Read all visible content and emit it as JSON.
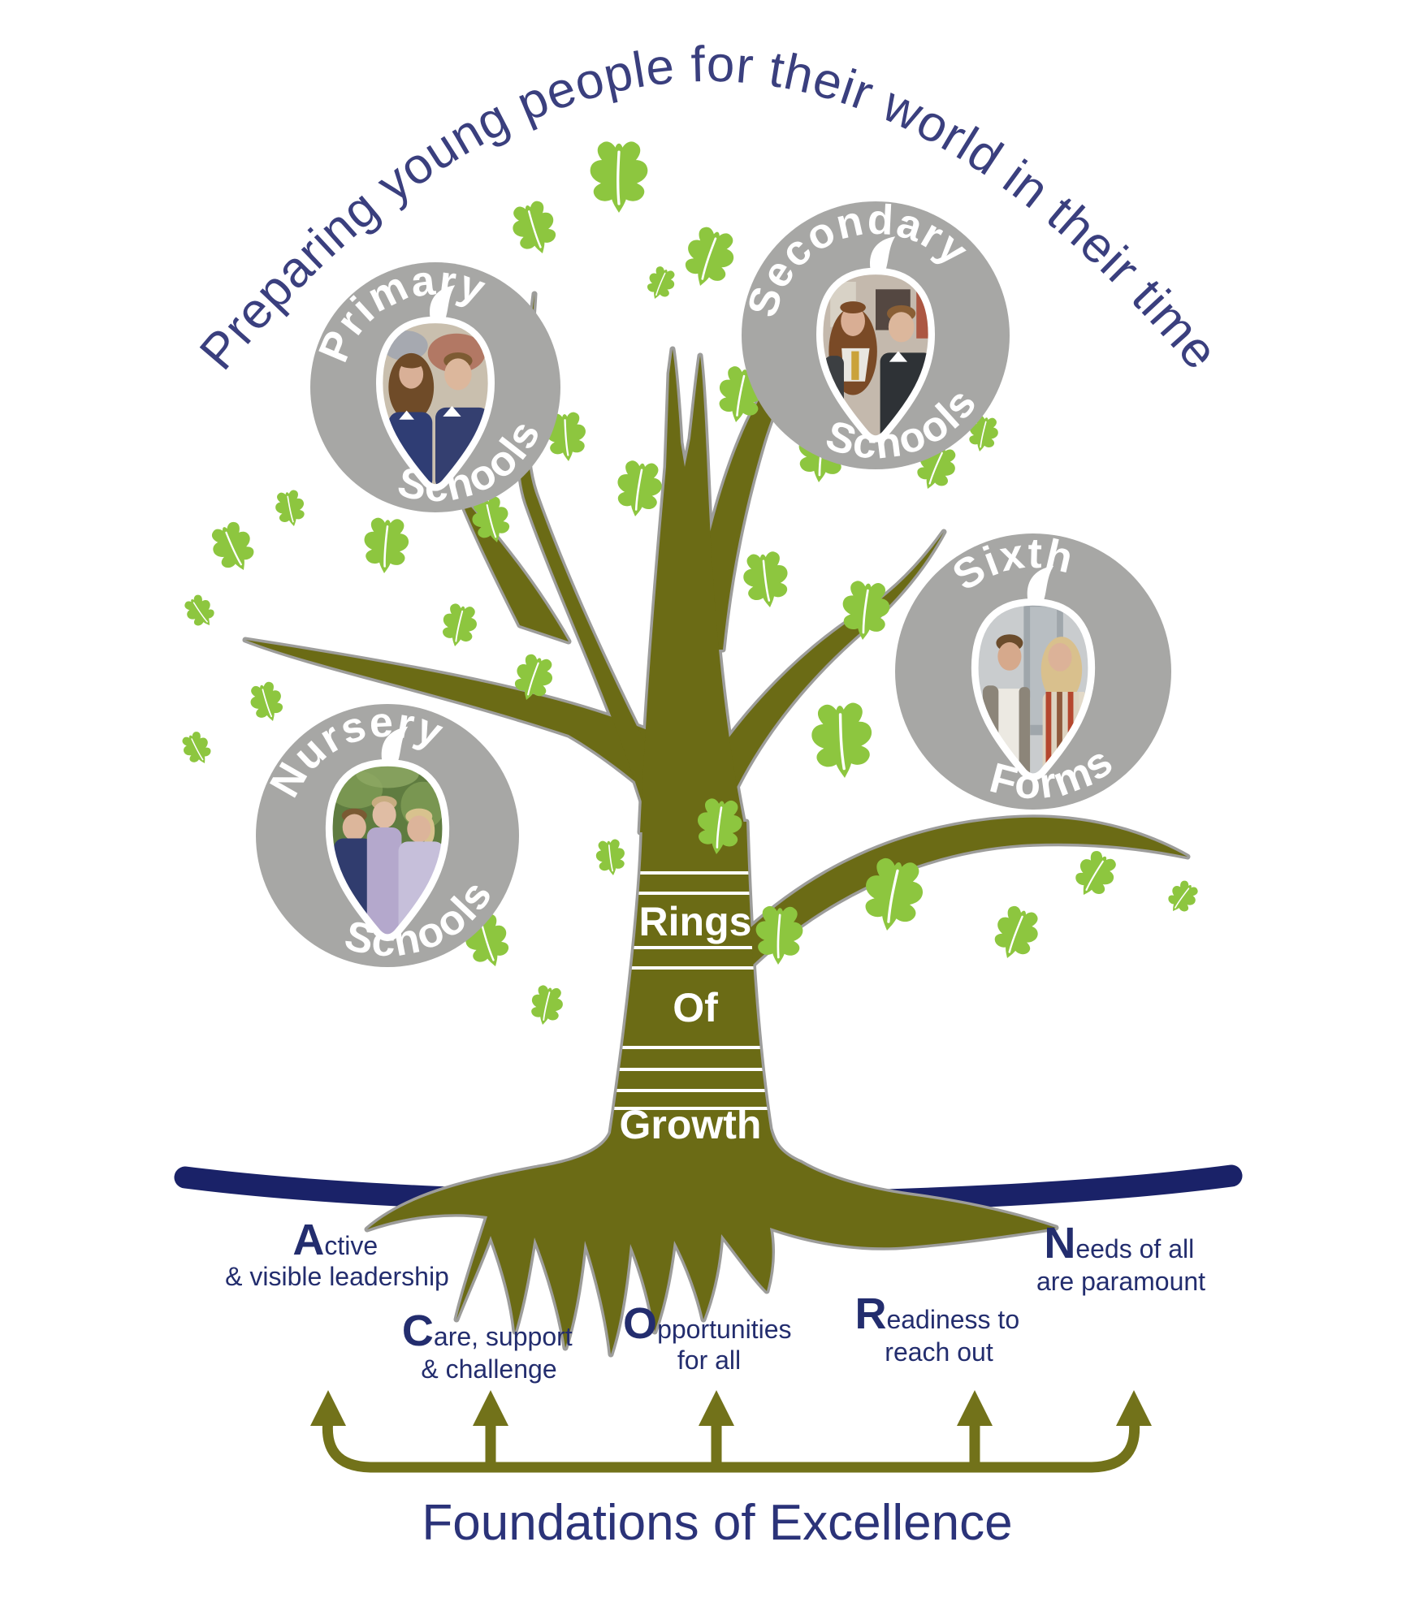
{
  "title": {
    "arc_text": "Preparing young people for their world in their time"
  },
  "stages": [
    {
      "id": "nursery",
      "top_label": "Nursery",
      "bottom_label": "Schools"
    },
    {
      "id": "primary",
      "top_label": "Primary",
      "bottom_label": "Schools"
    },
    {
      "id": "secondary",
      "top_label": "Secondary",
      "bottom_label": "Schools"
    },
    {
      "id": "sixth",
      "top_label": "Sixth",
      "bottom_label": "Forms"
    }
  ],
  "trunk": {
    "rings": [
      "Rings",
      "Of",
      "Growth"
    ]
  },
  "values": [
    {
      "initial": "A",
      "line1": "ctive",
      "line2": "& visible leadership"
    },
    {
      "initial": "C",
      "line1": "are, support",
      "line2": "& challenge"
    },
    {
      "initial": "O",
      "line1": "pportunities",
      "line2": "for all"
    },
    {
      "initial": "R",
      "line1": "eadiness to",
      "line2": "reach out"
    },
    {
      "initial": "N",
      "line1": "eeds of all",
      "line2": "are paramount"
    }
  ],
  "footer": {
    "title": "Foundations of Excellence"
  },
  "colors": {
    "navy_text": "#3a3f7e",
    "navy_values": "#232d6e",
    "navy_ground": "#1a2268",
    "olive_tree": "#6b6b15",
    "olive_bracket": "#72721a",
    "tree_outline_grey": "#9d9d9b",
    "leaf_green": "#8dc63f",
    "circle_grey": "#a7a7a5",
    "white": "#ffffff"
  }
}
